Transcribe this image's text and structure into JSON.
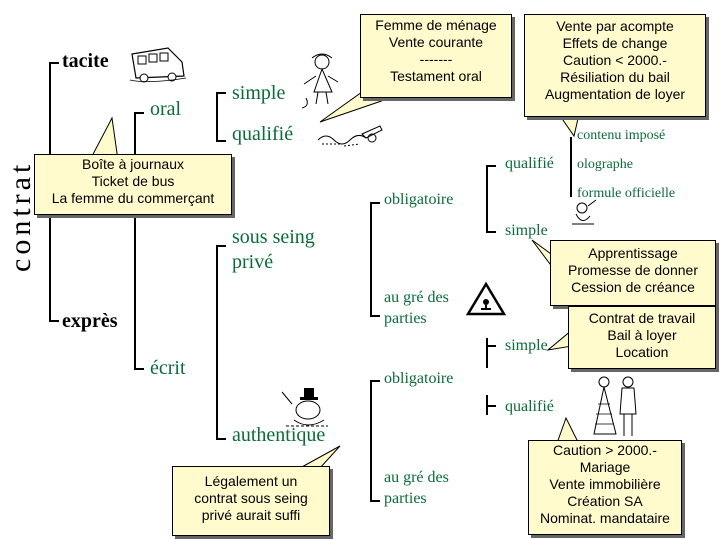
{
  "title_vertical": "contrat",
  "colors": {
    "green": "#0b6b3a",
    "callout_bg": "#fffbcc"
  },
  "left": {
    "tacite": "tacite",
    "expres": "exprès"
  },
  "mid": {
    "oral": "oral",
    "ecrit": "écrit"
  },
  "oral_branch": {
    "simple": "simple",
    "qualifie": "qualifié"
  },
  "ecrit_branch": {
    "sous_seing": [
      "sous seing",
      "privé"
    ],
    "authentique": "authentique"
  },
  "ssp": {
    "obligatoire": "obligatoire",
    "au_gre": [
      "au gré des",
      "parties"
    ]
  },
  "ssp_oblig": {
    "qualifie": "qualifié",
    "simple": "simple"
  },
  "ssp_qualifie_items": [
    "contenu imposé",
    "olographe",
    "formule officielle"
  ],
  "ssp_gre": {
    "simple": "simple"
  },
  "auth": {
    "obligatoire": "obligatoire",
    "au_gre": [
      "au gré des",
      "parties"
    ]
  },
  "auth_oblig": {
    "qualifie": "qualifié"
  },
  "callouts": {
    "top_left": [
      "Boîte à journaux",
      "Ticket de bus",
      "La femme du commerçant"
    ],
    "top_mid": [
      "Femme de ménage",
      "Vente courante",
      "-------",
      "Testament oral"
    ],
    "top_right": [
      "Vente par acompte",
      "Effets de change",
      "Caution < 2000.-",
      "Résiliation du bail",
      "Augmentation de loyer"
    ],
    "right_1": [
      "Apprentissage",
      "Promesse de donner",
      "Cession de créance"
    ],
    "right_2": [
      "Contrat de travail",
      "Bail à loyer",
      "Location"
    ],
    "bottom_left": [
      "Légalement un",
      "contrat sous seing",
      "privé aurait suffi"
    ],
    "bottom_right": [
      "Caution > 2000.-",
      "Mariage",
      "Vente immobilière",
      "Création SA",
      "Nominat. mandataire"
    ]
  },
  "icons": [
    "bus-icon",
    "woman-icon",
    "pen-writing-icon",
    "warning-sign-icon",
    "notary-icon",
    "couple-icon",
    "writer-icon"
  ]
}
